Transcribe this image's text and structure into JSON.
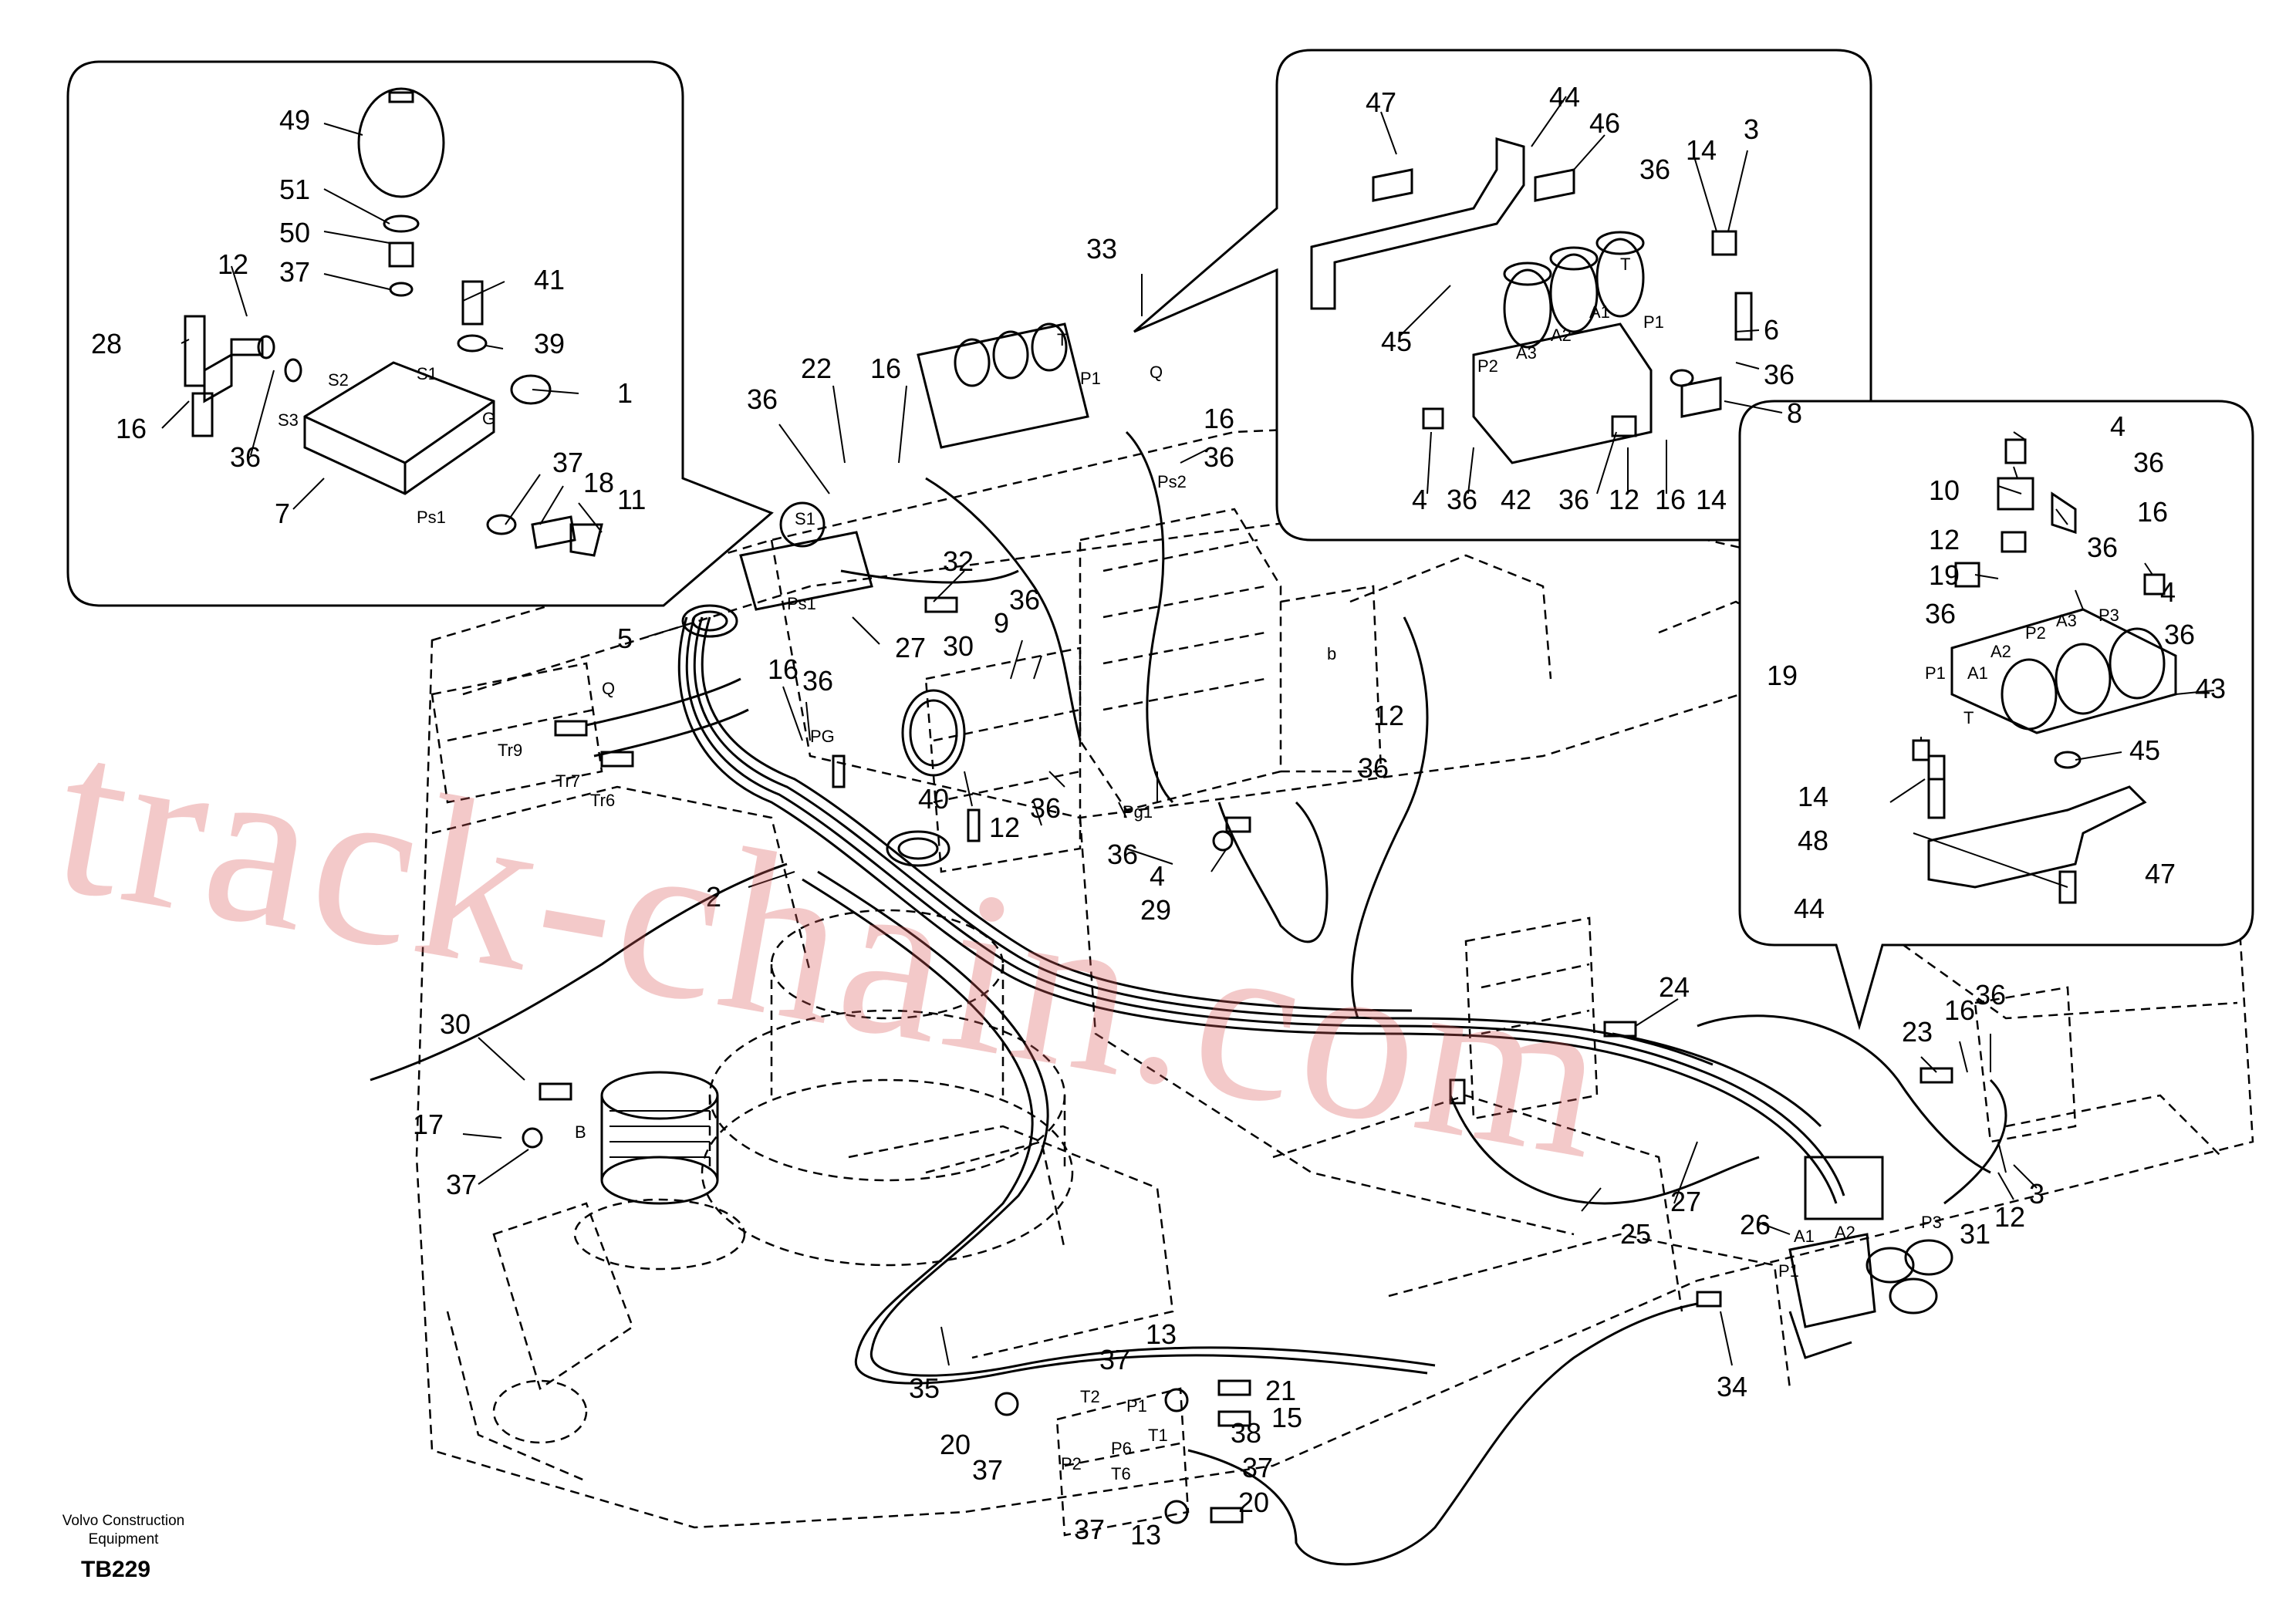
{
  "footer": {
    "brand_line1": "Volvo Construction",
    "brand_line2": "Equipment",
    "drawing_code": "TB229"
  },
  "watermark": "track-chain.com",
  "colors": {
    "line": "#000000",
    "watermark": "#e58c8c",
    "background": "#ffffff"
  },
  "callouts": {
    "top_left_detail": [
      "49",
      "51",
      "50",
      "37",
      "41",
      "12",
      "28",
      "39",
      "1",
      "16",
      "36",
      "7",
      "37",
      "18",
      "11"
    ],
    "top_right_detail": [
      "47",
      "44",
      "46",
      "3",
      "14",
      "36",
      "45",
      "6",
      "36",
      "8",
      "4",
      "36",
      "42",
      "36",
      "12",
      "16",
      "14"
    ],
    "right_detail": [
      "4",
      "36",
      "10",
      "16",
      "12",
      "36",
      "19",
      "4",
      "36",
      "36",
      "43",
      "19",
      "45",
      "14",
      "48",
      "47",
      "44"
    ],
    "main": [
      "33",
      "22",
      "16",
      "36",
      "16",
      "36",
      "32",
      "5",
      "27",
      "30",
      "9",
      "36",
      "16",
      "36",
      "12",
      "36",
      "40",
      "12",
      "36",
      "2",
      "36",
      "4",
      "29",
      "30",
      "17",
      "37",
      "24",
      "23",
      "16",
      "36",
      "27",
      "25",
      "26",
      "31",
      "12",
      "3",
      "34",
      "35",
      "37",
      "13",
      "21",
      "38",
      "15",
      "20",
      "37",
      "37",
      "20",
      "37",
      "13"
    ]
  },
  "port_labels": {
    "top_left_detail": [
      "S2",
      "S1",
      "S3",
      "G",
      "Ps1"
    ],
    "top_right_detail": [
      "T",
      "A1",
      "P1",
      "A2",
      "A3",
      "P2"
    ],
    "right_detail": [
      "P3",
      "A3",
      "P2",
      "A2",
      "A1",
      "P1",
      "T"
    ],
    "main": [
      "T",
      "P1",
      "Q",
      "S1",
      "Ps2",
      "Ps1",
      "Q",
      "Tr9",
      "Tr7",
      "Tr6",
      "PG",
      "Pg1",
      "b",
      "B",
      "A1",
      "A2",
      "P1",
      "P3",
      "T2",
      "P1",
      "T1",
      "P2",
      "P6",
      "T6"
    ]
  }
}
